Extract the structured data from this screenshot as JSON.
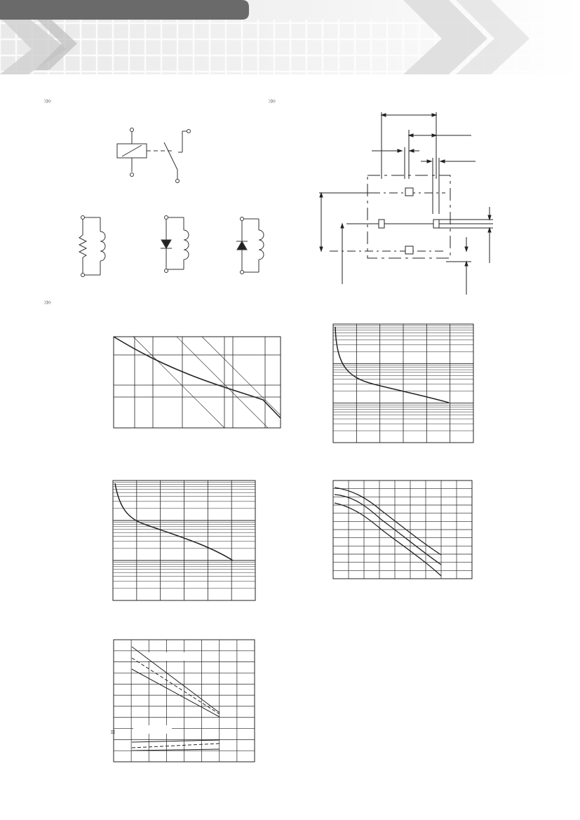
{
  "header": {
    "title_bar_color": "#6a6a6a",
    "grid_color": "#d6d6d6",
    "chevron_color": "#c9c9c9"
  },
  "section_markers": {
    "wiring_diagram": "»»",
    "pcb_layout": "»»",
    "characteristic_curves": "»»"
  },
  "coil_options": [
    "standard-coil",
    "coil-with-resistor",
    "coil-with-diode-a",
    "coil-with-diode-b"
  ]
}
